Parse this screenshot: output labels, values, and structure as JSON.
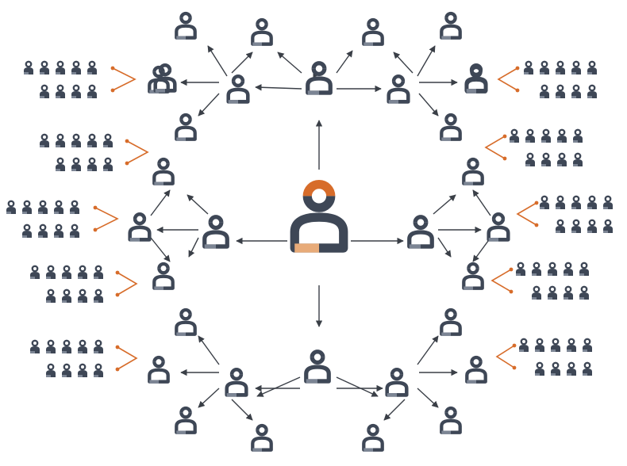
{
  "diagram": {
    "center_icon": "person-icon",
    "node_icon": "person-icon",
    "crowd_icon": "person-icon",
    "colors": {
      "dark": "#3e4756",
      "light": "#7c8594",
      "accent": "#d76c2a",
      "accent_light": "#e8ab79",
      "arrow": "#3a3f47",
      "background": "#ffffff"
    },
    "levels": {
      "first_ring_nodes": 4,
      "second_ring_nodes": 8,
      "outer_nodes": 16,
      "crowds": 10,
      "people_per_crowd": 9
    }
  }
}
